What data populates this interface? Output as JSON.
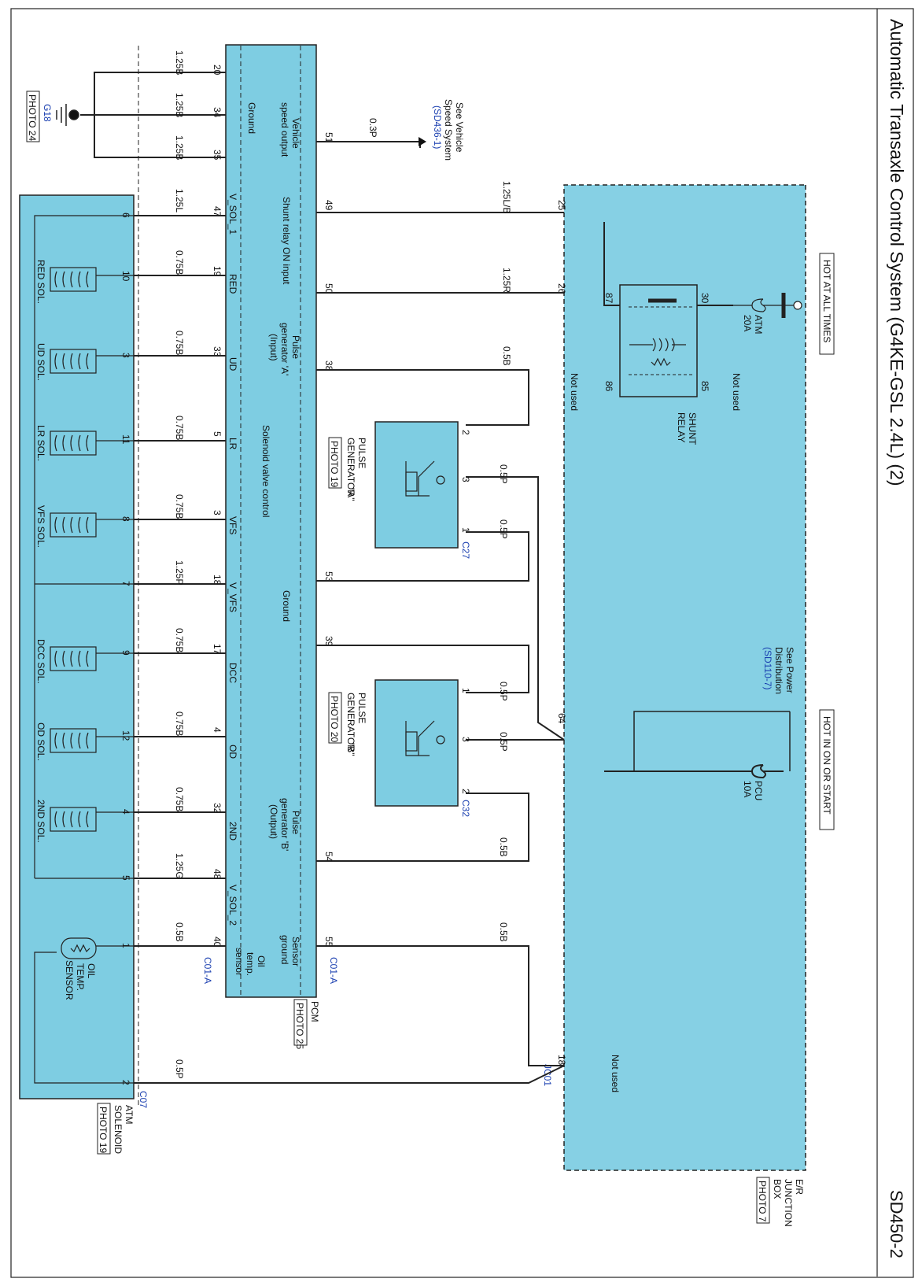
{
  "header": {
    "title": "Automatic Transaxle Control System (G4KE-GSL 2.4L) (2)",
    "code": "SD450-2"
  },
  "colors": {
    "component_fill": "#7ecde2",
    "junction_fill": "#86d0e4",
    "wire": "#111111",
    "link_text": "#1a3fb0"
  },
  "power": {
    "hot_always": "HOT AT ALL TIMES",
    "hot_on_start": "HOT IN ON OR START",
    "fuse_atm": [
      "ATM",
      "20A"
    ],
    "fuse_pcu": [
      "PCU",
      "10A"
    ],
    "see_power": [
      "See Power",
      "Distribution"
    ],
    "see_power_ref": "(SD110-7)"
  },
  "junction_box": {
    "name": [
      "E/R",
      "JUNCTION",
      "BOX"
    ],
    "photo": "PHOTO 7",
    "connector": "JC01",
    "not_used": "Not used",
    "pins": {
      "p25": "25",
      "p26": "26",
      "p64": "64",
      "p18": "18"
    }
  },
  "relay": {
    "name": [
      "SHUNT",
      "RELAY"
    ],
    "not_used": "Not used",
    "pins": {
      "p30": "30",
      "p87": "87",
      "p85": "85",
      "p86": "86"
    }
  },
  "pcm": {
    "name": "PCM",
    "photo": "PHOTO 25",
    "connector": "C01-A",
    "pins_right": {
      "p51": "51",
      "p49": "49",
      "p50": "50",
      "p38": "38",
      "p53": "53",
      "p39": "39",
      "p54": "54",
      "p55": "55"
    },
    "pins_left": {
      "p20": "20",
      "p34": "34",
      "p35": "35",
      "p47": "47",
      "p19": "19",
      "p33": "33",
      "p5": "5",
      "p3": "3",
      "p18": "18",
      "p17": "17",
      "p4": "4",
      "p32": "32",
      "p48": "48",
      "p40": "40"
    },
    "labels": {
      "ground": "Ground",
      "vehicle_speed_output": [
        "Vehicle",
        "speed output"
      ],
      "shunt_relay_on_input": "Shunt relay ON input",
      "pulse_gen_a_input": [
        "Pulse",
        "generator 'A'",
        "(Input)"
      ],
      "ground2": "Ground",
      "pulse_gen_b_output": [
        "Pulse",
        "generator 'B'",
        "(Output)"
      ],
      "sensor_ground": [
        "Sensor",
        "ground"
      ],
      "solenoid_valve_control": "Solenoid valve control",
      "v_sol_1": "V_SOL_1",
      "red": "RED",
      "ud": "UD",
      "lr": "LR",
      "vfs": "VFS",
      "v_vfs": "V_VFS",
      "dcc": "DCC",
      "od": "OD",
      "second": "2ND",
      "v_sol_2": "V_SOL_2",
      "oil_temp_sensor": [
        "Oil",
        "temp.",
        "sensor"
      ]
    }
  },
  "ground_point": {
    "name": "G18",
    "photo": "PHOTO 24"
  },
  "vss_ref": {
    "text": [
      "See Vehicle",
      "Speed System"
    ],
    "ref": "(SD436-1)"
  },
  "pulse_a": {
    "name": [
      "PULSE",
      "GENERATOR",
      "\"A\""
    ],
    "photo": "PHOTO 19",
    "connector": "C27",
    "pins": {
      "p2": "2",
      "p3": "3",
      "p1": "1"
    }
  },
  "pulse_b": {
    "name": [
      "PULSE",
      "GENERATOR",
      "\"B\""
    ],
    "photo": "PHOTO 20",
    "connector": "C32",
    "pins": {
      "p1": "1",
      "p3": "3",
      "p2": "2"
    }
  },
  "atm_solenoid": {
    "name": [
      "ATM",
      "SOLENOID"
    ],
    "photo": "PHOTO 19",
    "connector": "C07",
    "solenoids": [
      "RED SOL.",
      "UD SOL.",
      "LR SOL.",
      "VFS SOL.",
      "DCC SOL.",
      "OD SOL.",
      "2ND SOL."
    ],
    "oil_temp": [
      "OIL",
      "TEMP.",
      "SENSOR"
    ],
    "pins": {
      "p6": "6",
      "p10": "10",
      "p3": "3",
      "p11": "11",
      "p8": "8",
      "p7": "7",
      "p9": "9",
      "p12": "12",
      "p4": "4",
      "p5": "5",
      "p1": "1",
      "p2": "2"
    }
  },
  "wires": {
    "w_1_25b": "1.25B",
    "w_0_3p": "0.3P",
    "w_1_25lb": "1.25L/B",
    "w_1_25r": "1.25R",
    "w_0_5b": "0.5B",
    "w_0_5p": "0.5P",
    "w_1_25l": "1.25L",
    "w_0_75b": "0.75B",
    "w_1_25p": "1.25P",
    "w_1_25g": "1.25G"
  }
}
